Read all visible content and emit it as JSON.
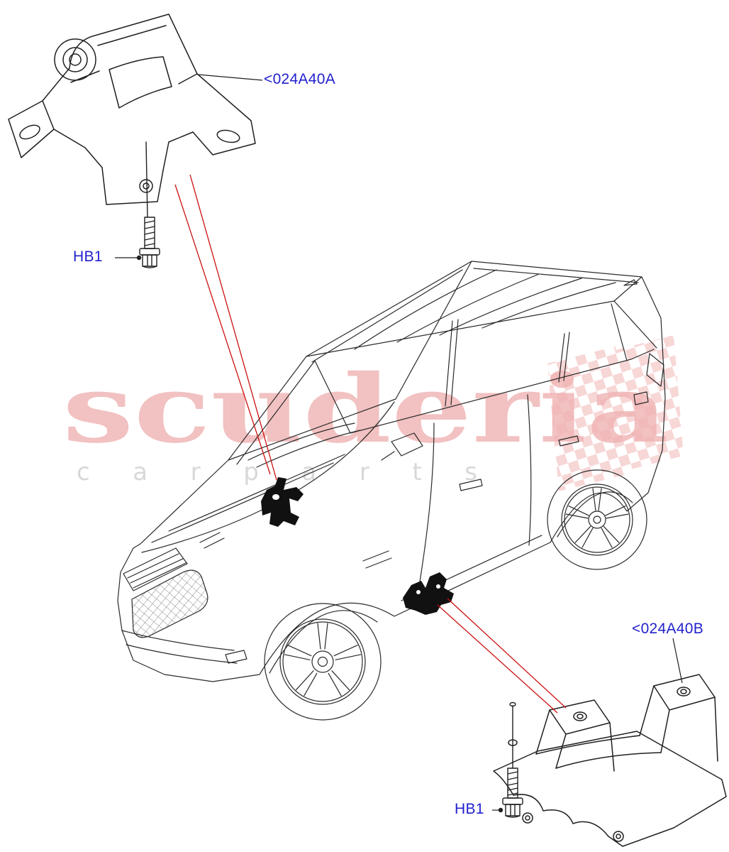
{
  "labels": {
    "part_a": "<024A40A",
    "part_b": "<024A40B",
    "bolt_a": "HB1",
    "bolt_b": "HB1"
  },
  "watermark": {
    "brand": "scuderia",
    "subtitle": "c a r p a r t s"
  },
  "colors": {
    "label_blue": "#2222cc",
    "leader_red": "#cc1111",
    "line_black": "#2a2a2a",
    "watermark_pink": "#f0b2b2",
    "watermark_gray": "#d8d8d8"
  }
}
